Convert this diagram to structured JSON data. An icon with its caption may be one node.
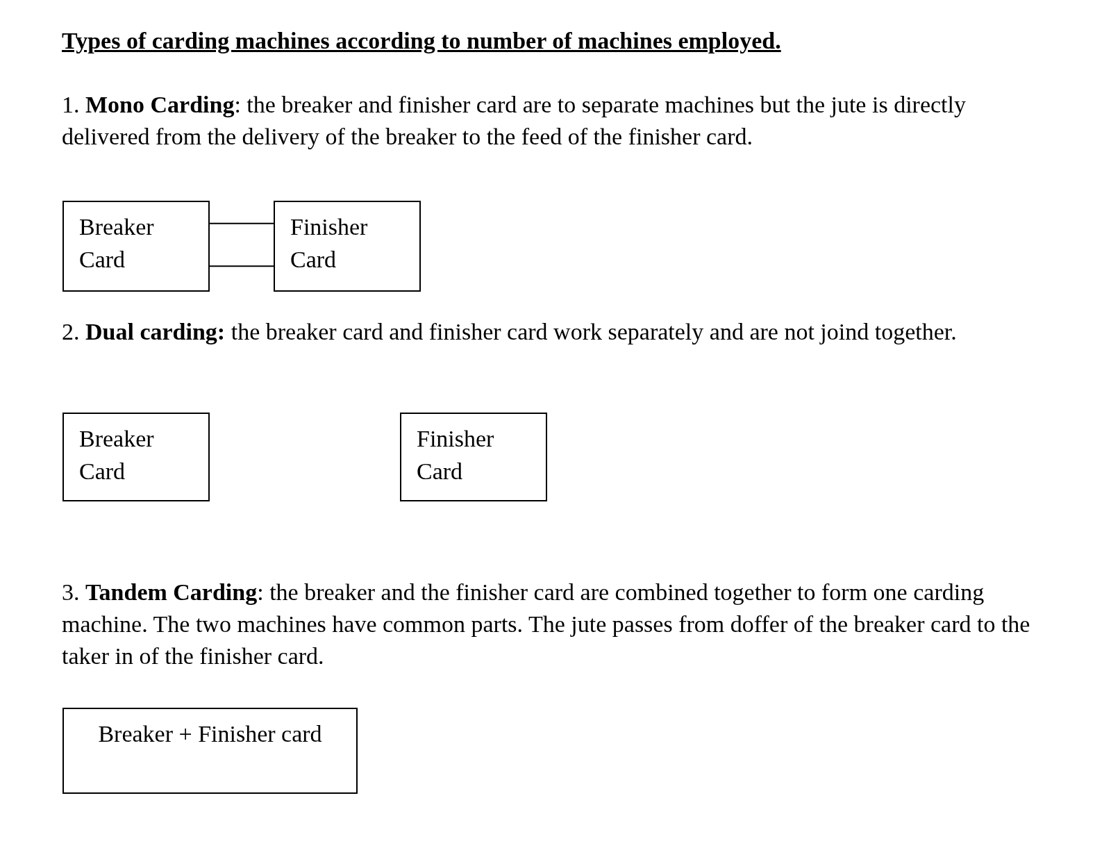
{
  "diagram": {
    "title": "Types of carding machines according to number of machines employed.",
    "nodes": [
      {
        "text": [
          "Breaker Card"
        ]
      },
      {
        "text": [
          "Finisher Card"
        ]
      },
      {
        "text": [
          "Breaker Card"
        ]
      },
      {
        "text": [
          "Finisher Card"
        ]
      },
      {
        "text": [
          "Breaker + Finisher card"
        ]
      }
    ],
    "edges": [
      {
        "from": 0,
        "to": 1,
        "arrow": "none"
      },
      {
        "from": 0,
        "to": 1,
        "arrow": "none"
      }
    ],
    "labels": [
      "1. **Mono Carding**: the breaker and finisher card are to separate machines but the jute is directly delivered from the delivery of the breaker to the feed of the finisher card.",
      "2. **Dual carding:** the breaker card and finisher card work separately and are not joind together.",
      "3. **Tandem Carding**:  the breaker and the finisher card are combined together to form one carding machine. The two machines have common parts. The jute passes from doffer of the breaker card to the taker in of the finisher card."
    ]
  }
}
